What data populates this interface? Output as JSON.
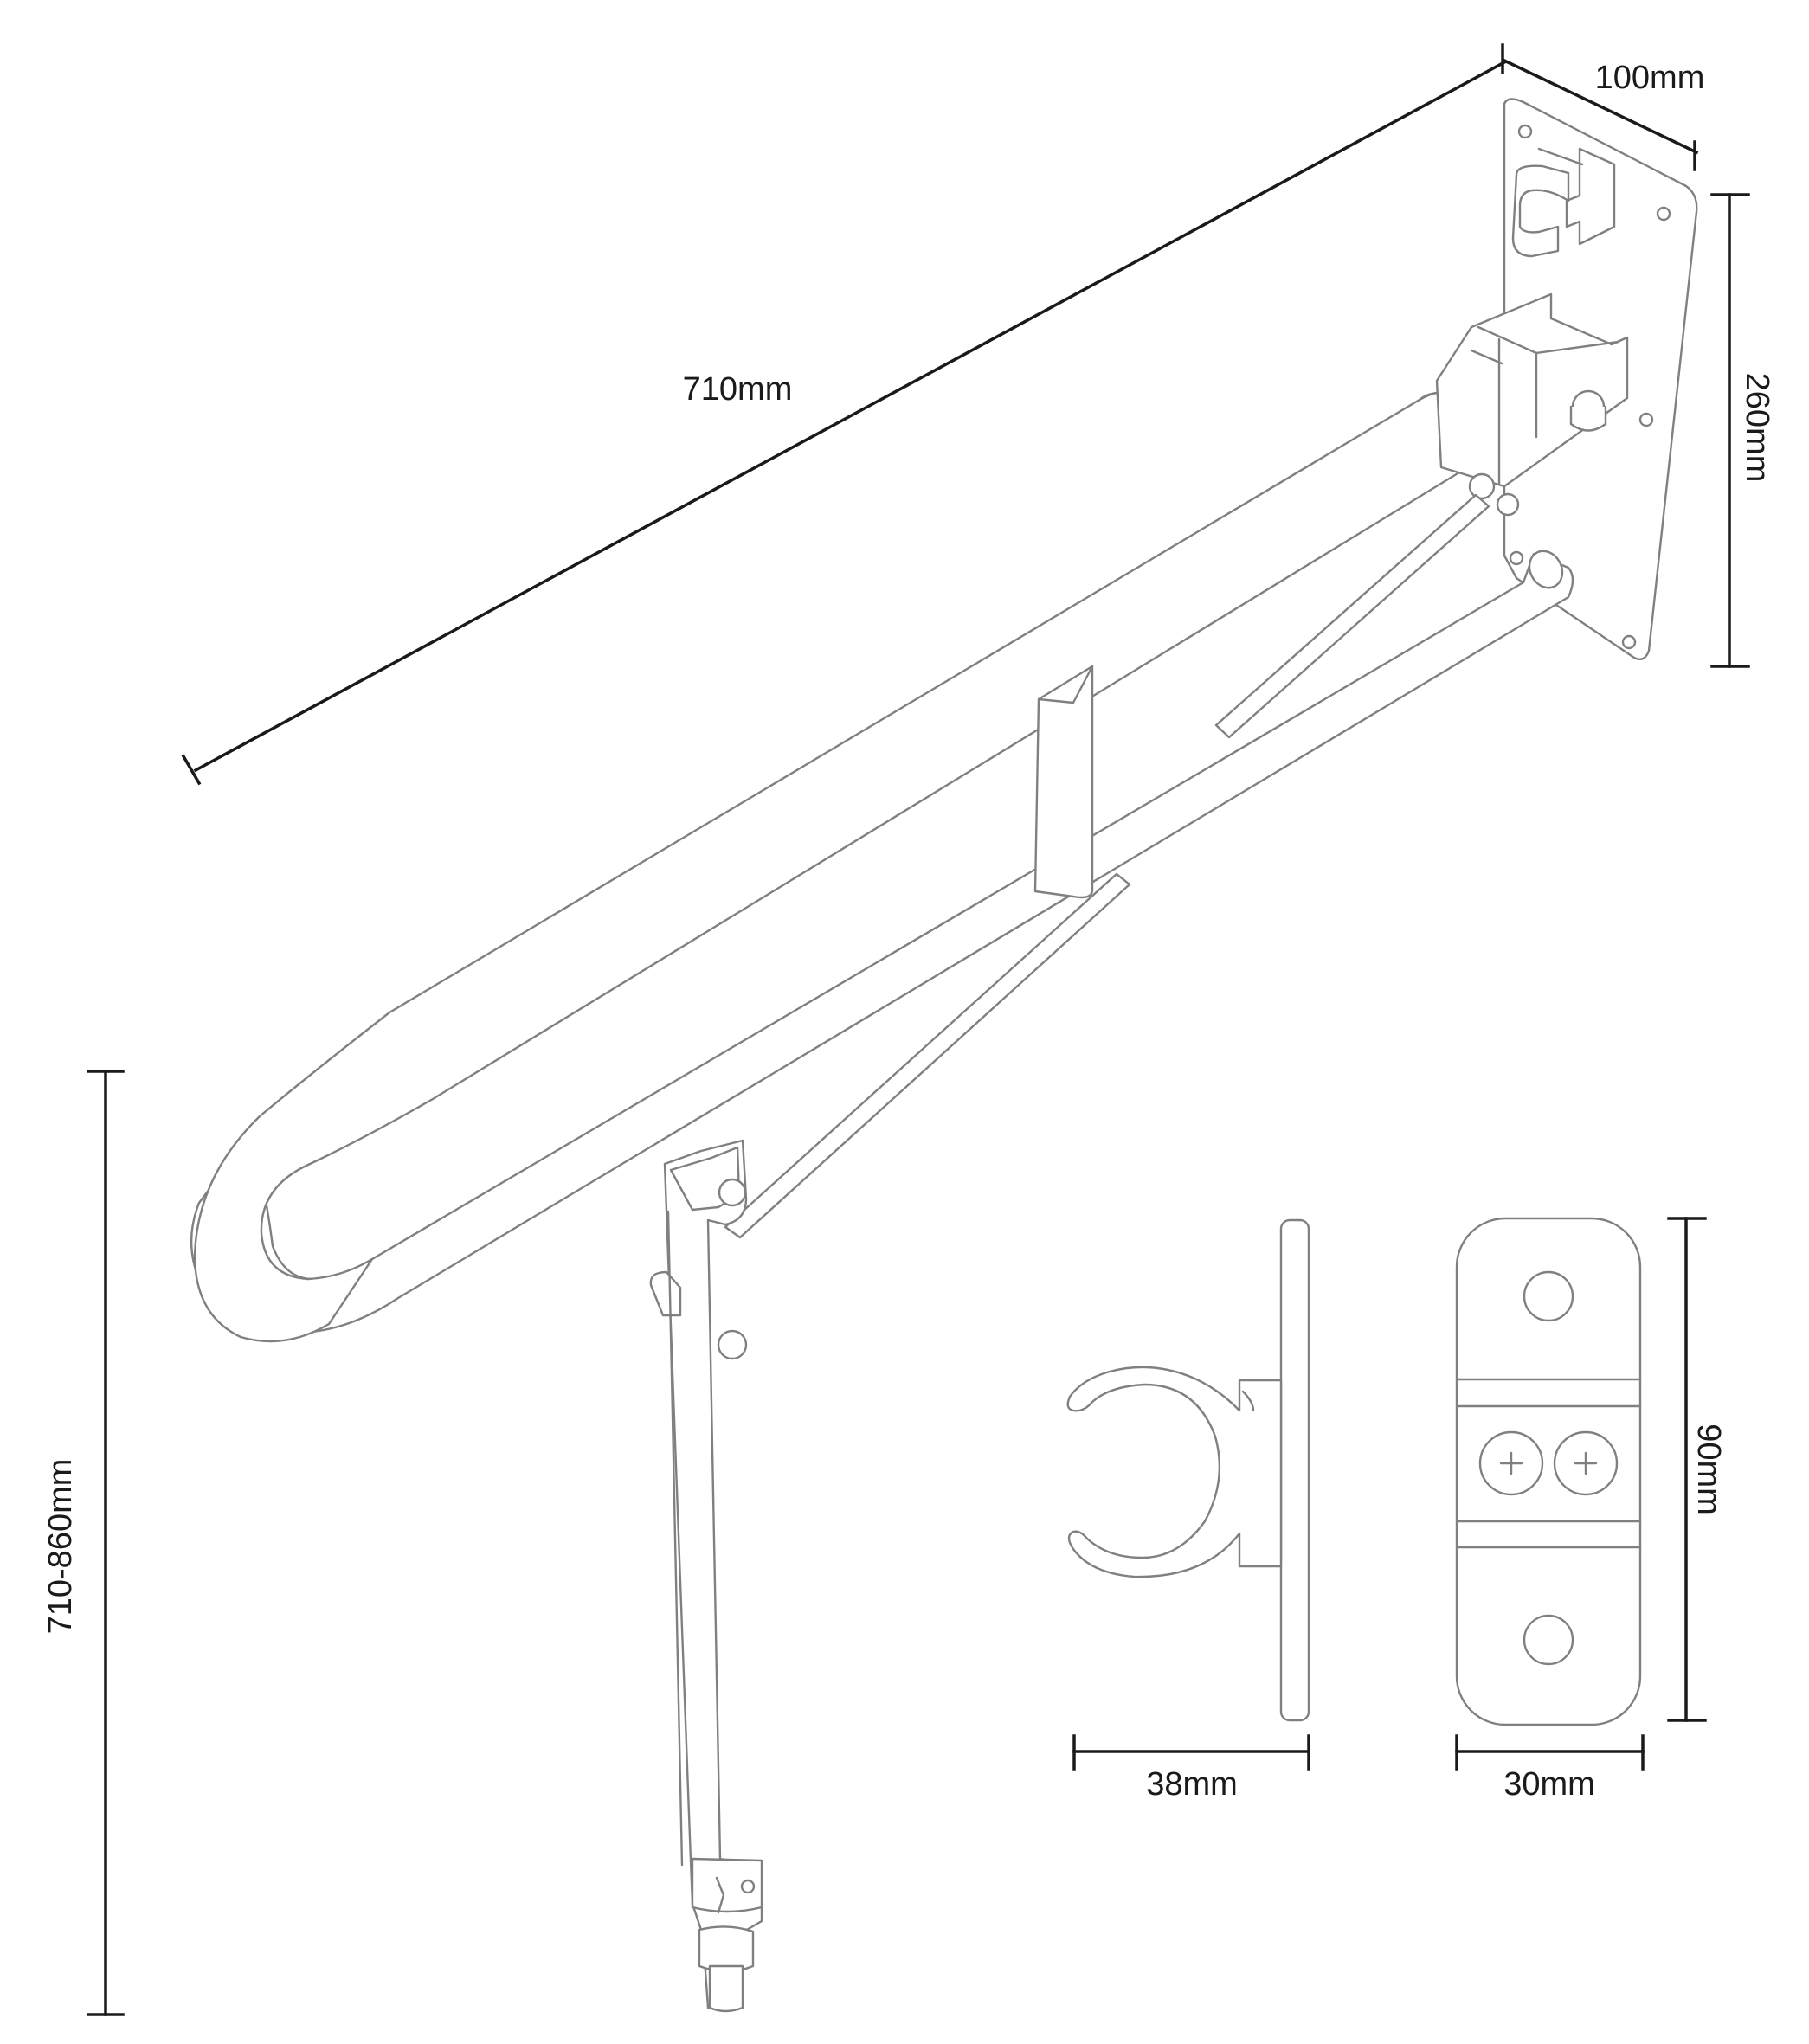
{
  "dimensions": {
    "length": "710mm",
    "depth": "100mm",
    "plate_height": "260mm",
    "leg_height": "710-860mm",
    "clip_width": "38mm",
    "bracket_width": "30mm",
    "bracket_height": "90mm"
  },
  "colors": {
    "dimension_line": "#1a1a1a",
    "outline": "#808080",
    "background": "#ffffff"
  }
}
